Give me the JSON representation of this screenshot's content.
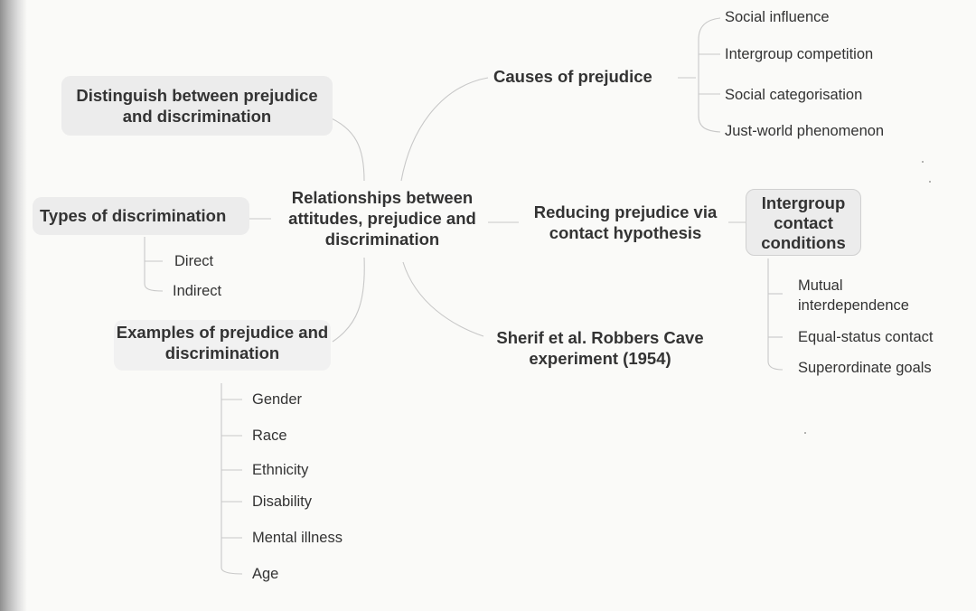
{
  "central": "Relationships between attitudes, prejudice and discrimination",
  "distinguish": "Distinguish between prejudice and discrimination",
  "types": {
    "title": "Types of discrimination",
    "items": [
      "Direct",
      "Indirect"
    ]
  },
  "examples": {
    "title": "Examples of prejudice and discrimination",
    "items": [
      "Gender",
      "Race",
      "Ethnicity",
      "Disability",
      "Mental illness",
      "Age"
    ]
  },
  "causes": {
    "title": "Causes of prejudice",
    "items": [
      "Social influence",
      "Intergroup competition",
      "Social categorisation",
      "Just-world phenomenon"
    ]
  },
  "reducing": {
    "title": "Reducing prejudice via contact hypothesis",
    "conditions": {
      "title": "Intergroup contact conditions",
      "items": [
        "Mutual interdependence",
        "Equal-status contact",
        "Superordinate goals"
      ]
    }
  },
  "sherif": "Sherif et al. Robbers Cave experiment (1954)"
}
